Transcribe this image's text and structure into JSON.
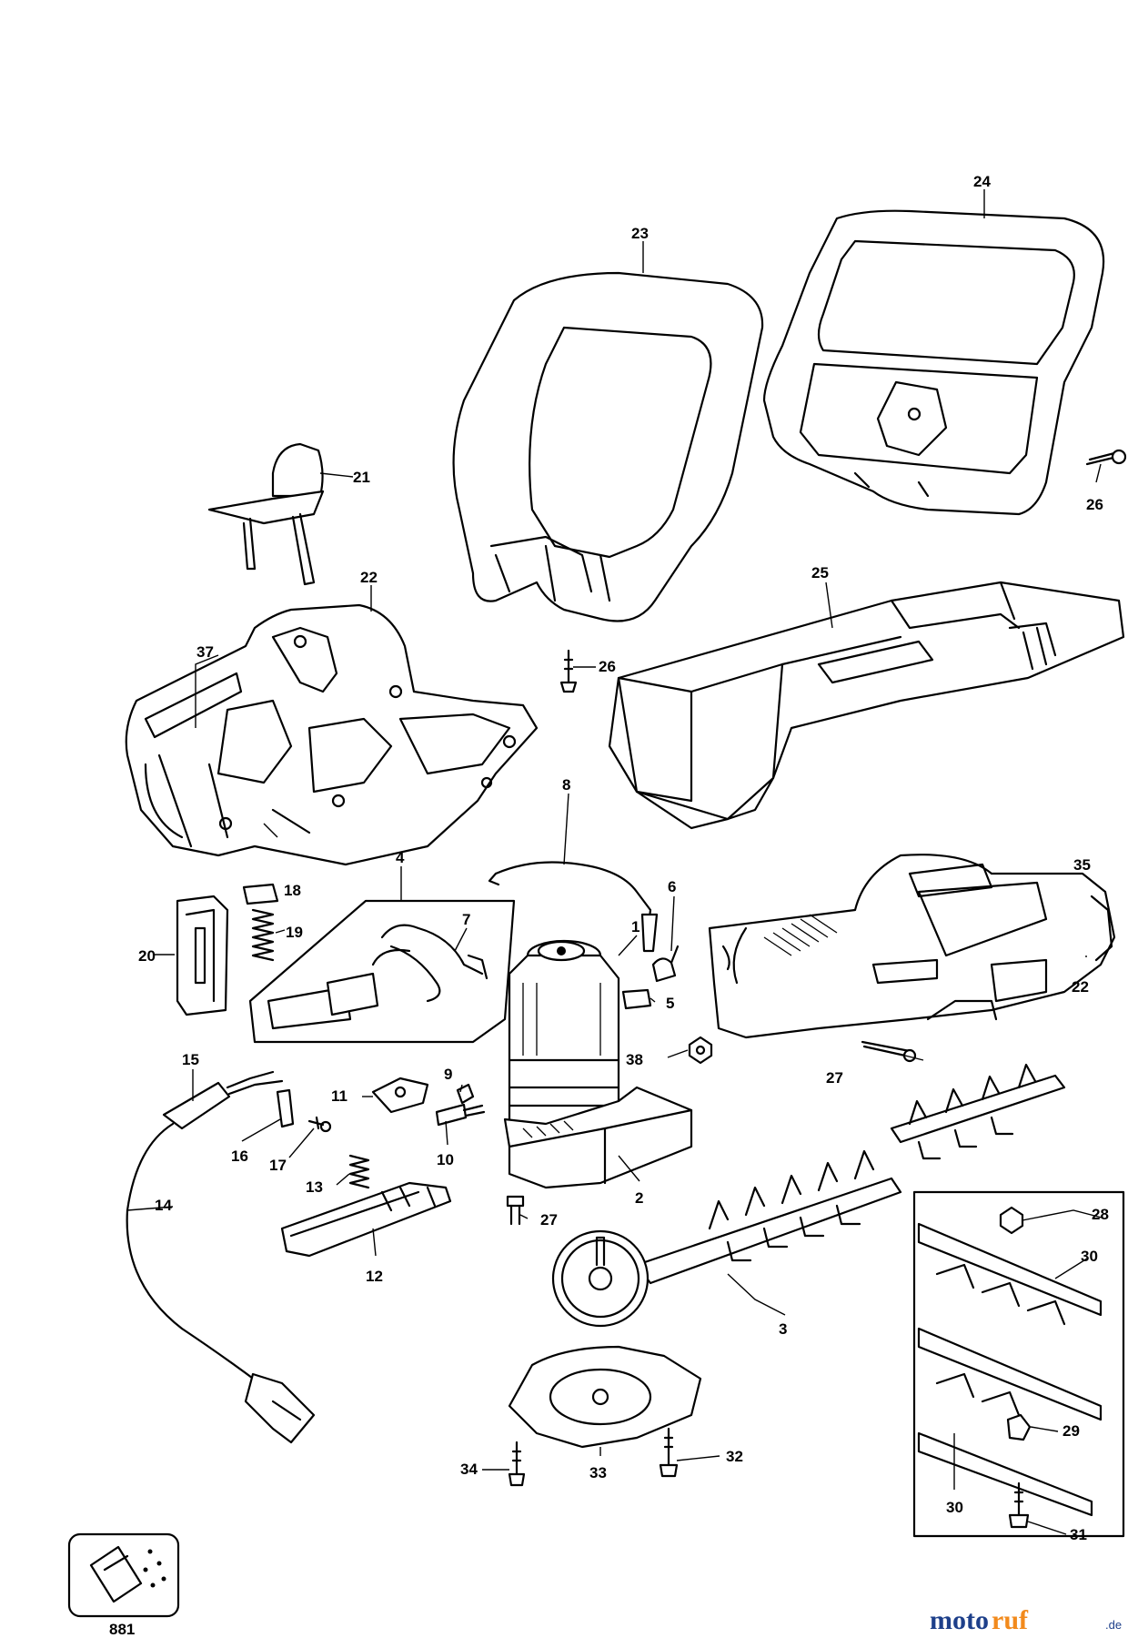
{
  "labels": {
    "n1": "1",
    "n2": "2",
    "n3": "3",
    "n4": "4",
    "n5": "5",
    "n6": "6",
    "n7": "7",
    "n8": "8",
    "n9": "9",
    "n10": "10",
    "n11": "11",
    "n12": "12",
    "n13": "13",
    "n14": "14",
    "n15": "15",
    "n16": "16",
    "n17": "17",
    "n18": "18",
    "n19": "19",
    "n20": "20",
    "n21": "21",
    "n22a": "22",
    "n22b": "22",
    "n23": "23",
    "n24": "24",
    "n25": "25",
    "n26a": "26",
    "n26b": "26",
    "n27a": "27",
    "n27b": "27",
    "n28": "28",
    "n29": "29",
    "n30a": "30",
    "n30b": "30",
    "n31": "31",
    "n32": "32",
    "n33": "33",
    "n34": "34",
    "n35": "35",
    "n37": "37",
    "n38": "38",
    "n881": "881"
  },
  "watermark": {
    "part1": "moto",
    "part2": "ruf",
    "suffix": ".de"
  },
  "colors": {
    "ink": "#000000",
    "watermark_blue": "#1d3f8a",
    "watermark_orange": "#f28a1c"
  }
}
